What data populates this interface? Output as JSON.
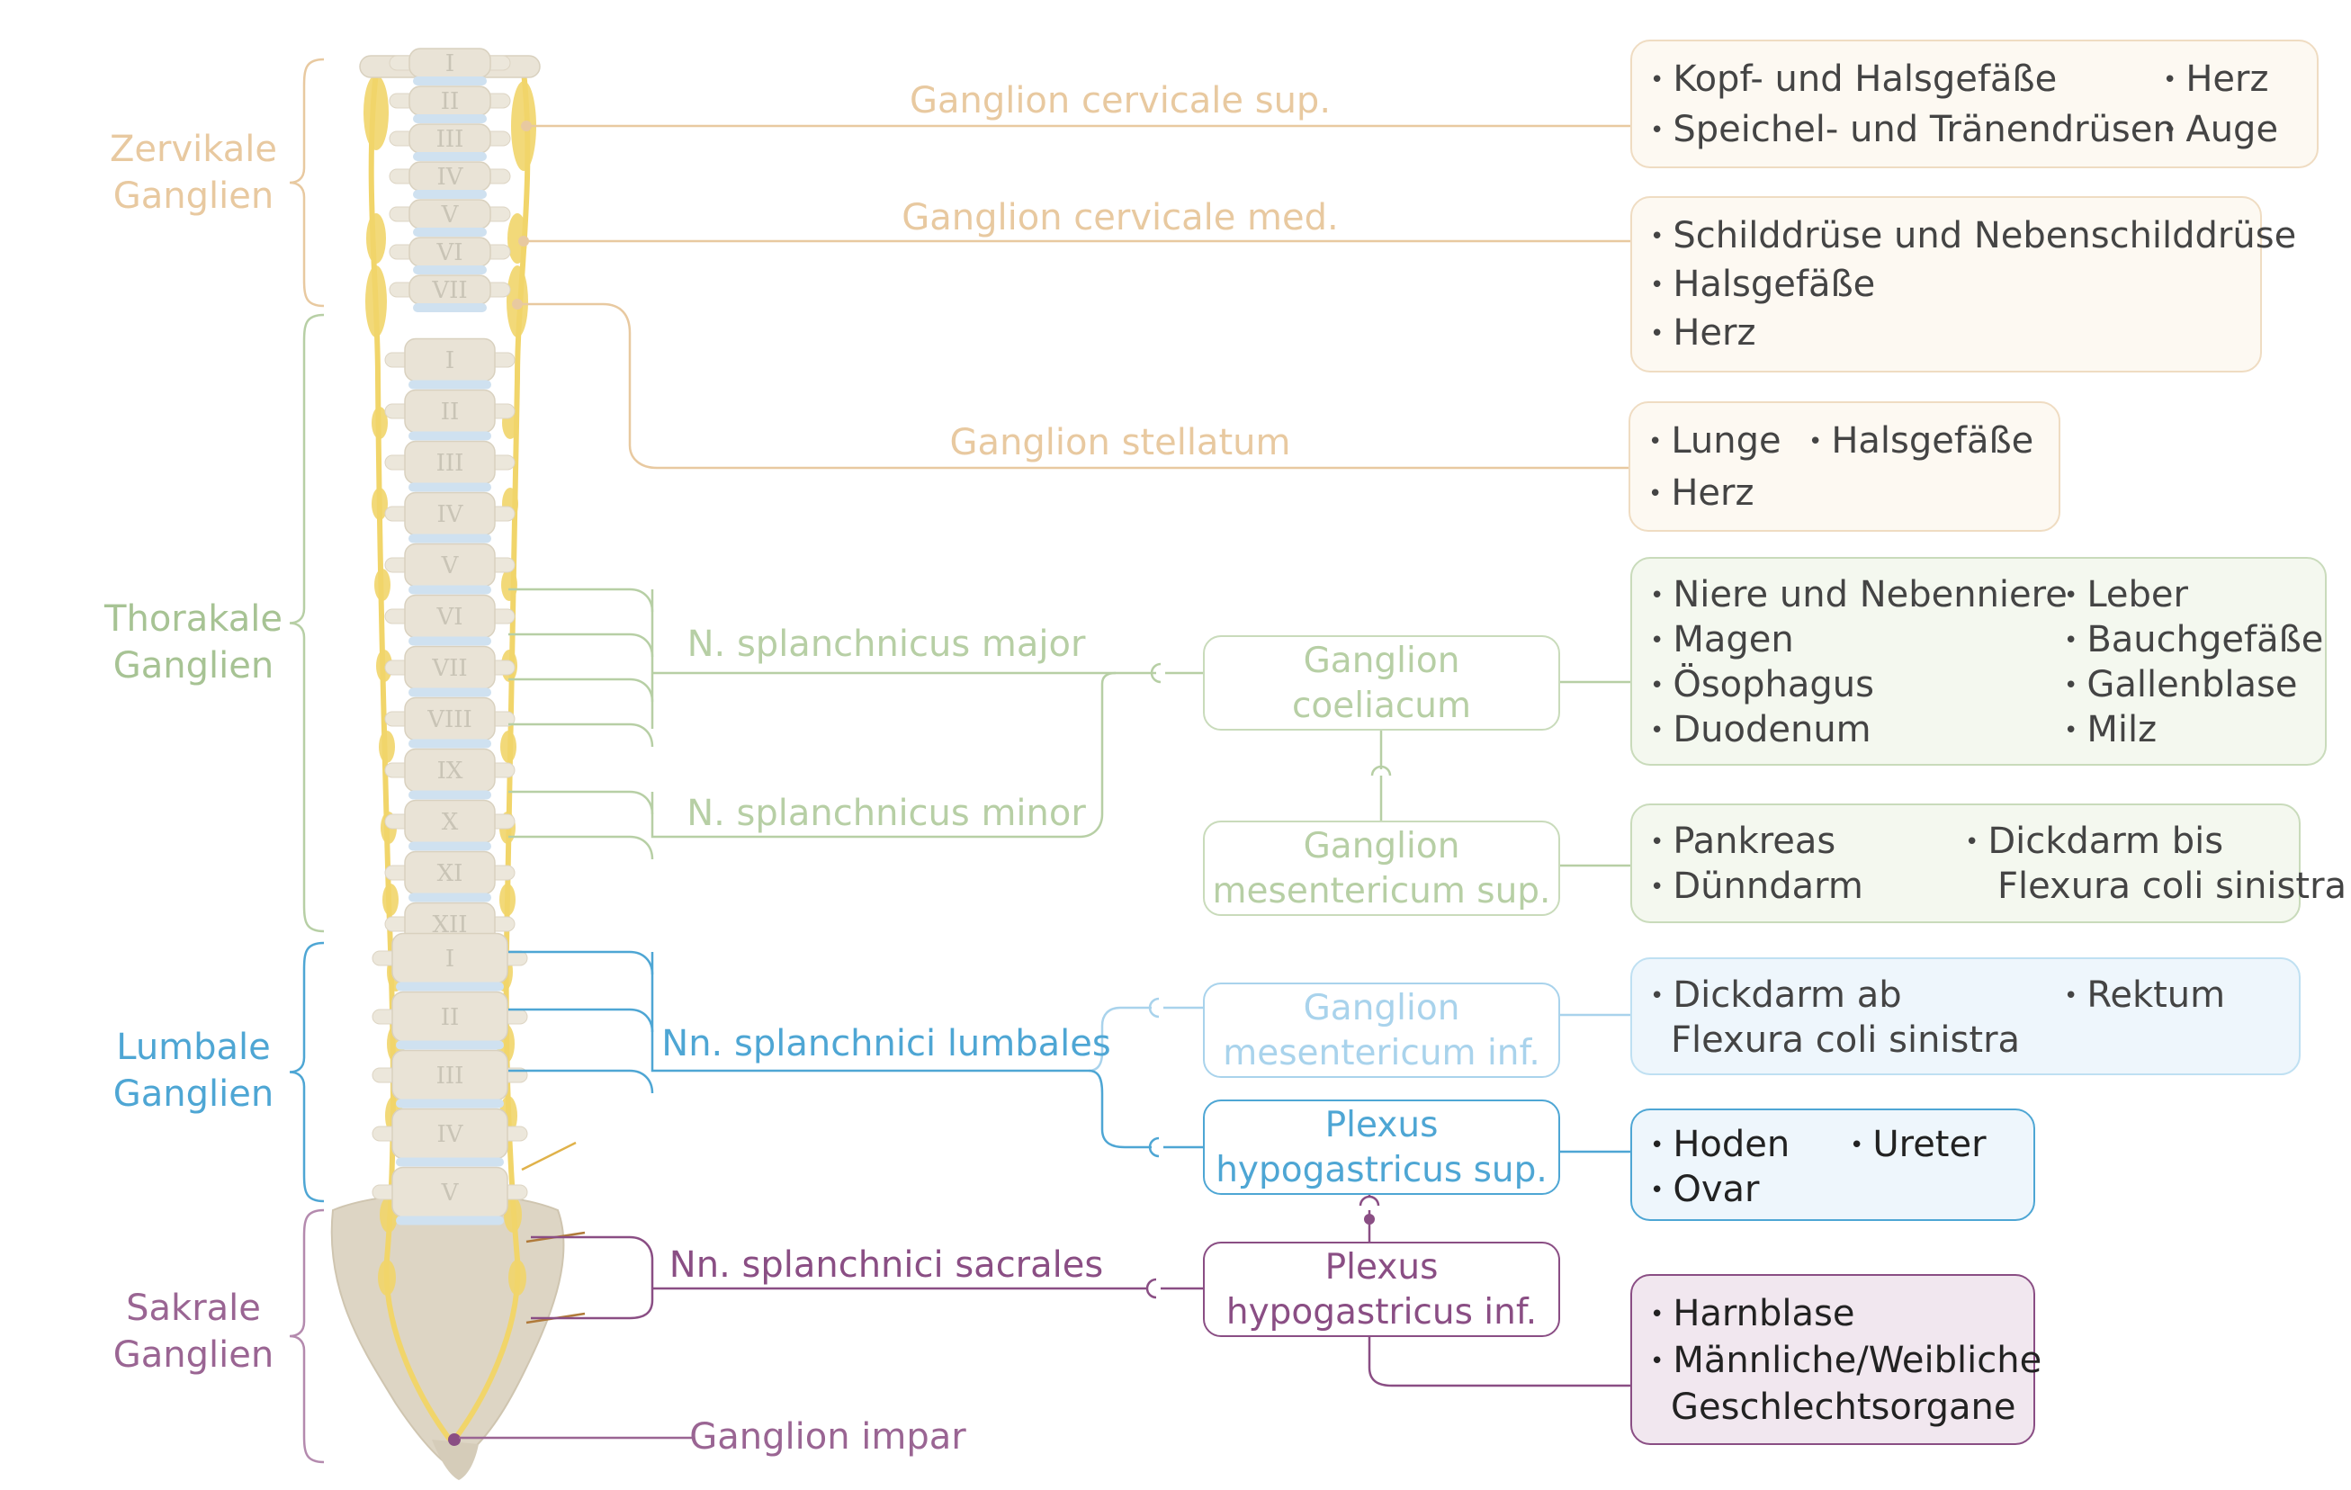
{
  "colors": {
    "cervical": "#e8c9a0",
    "cervical_fill": "#fdf9f2",
    "thoracic": "#b7cfa5",
    "thoracic_fill": "#f4f8ef",
    "lumbal": "#4ea6d4",
    "lumbal_light": "#a9d3ec",
    "lumbal_fill": "#eef6fc",
    "sacral": "#8a4e84",
    "sacral_fill": "#f1e7ef",
    "ganglion_chain": "#f1d56a",
    "bone": "#e9e3d6",
    "disc": "#cfe1f0"
  },
  "regions": {
    "zervikal": [
      "Zervikale",
      "Ganglien"
    ],
    "thorakal": [
      "Thorakale",
      "Ganglien"
    ],
    "lumbal": [
      "Lumbale",
      "Ganglien"
    ],
    "sakral": [
      "Sakrale",
      "Ganglien"
    ]
  },
  "vertebrae": {
    "cervical": [
      "I",
      "II",
      "III",
      "IV",
      "V",
      "VI",
      "VII"
    ],
    "thoracic": [
      "I",
      "II",
      "III",
      "IV",
      "V",
      "VI",
      "VII",
      "VIII",
      "IX",
      "X",
      "XI",
      "XII"
    ],
    "lumbar": [
      "I",
      "II",
      "III",
      "IV",
      "V"
    ]
  },
  "nerves": {
    "gcs": "Ganglion cervicale sup.",
    "gcm": "Ganglion cervicale med.",
    "gst": "Ganglion stellatum",
    "nsmaj": "N. splanchnicus major",
    "nsmin": "N. splanchnicus minor",
    "nslum": "Nn. splanchnici lumbales",
    "nssac": "Nn. splanchnici sacrales",
    "gimp": "Ganglion impar"
  },
  "ganglia": {
    "coeliacum": [
      "Ganglion",
      "coeliacum"
    ],
    "mes_sup": [
      "Ganglion",
      "mesentericum sup."
    ],
    "mes_inf": [
      "Ganglion",
      "mesentericum inf."
    ],
    "hyp_sup": [
      "Plexus",
      "hypogastricus sup."
    ],
    "hyp_inf": [
      "Plexus",
      "hypogastricus inf."
    ]
  },
  "targets": {
    "gcs": [
      "Kopf- und Halsgefäße",
      "Speichel- und Tränendrüsen",
      "Herz",
      "Auge"
    ],
    "gcm": [
      "Schilddrüse und Nebenschilddrüse",
      "Halsgefäße",
      "Herz"
    ],
    "gst": [
      "Lunge",
      "Halsgefäße",
      "Herz"
    ],
    "coeliacum": [
      "Niere und Nebenniere",
      "Magen",
      "Ösophagus",
      "Duodenum",
      "Leber",
      "Bauchgefäße",
      "Gallenblase",
      "Milz"
    ],
    "mes_sup": [
      "Pankreas",
      "Dünndarm",
      "Dickdarm bis",
      "Flexura coli sinistra"
    ],
    "mes_inf": [
      "Dickdarm ab",
      "Flexura coli sinistra",
      "Rektum"
    ],
    "hyp_sup": [
      "Hoden",
      "Ovar",
      "Ureter"
    ],
    "hyp_inf": [
      "Harnblase",
      "Männliche/Weibliche",
      "Geschlechtsorgane"
    ]
  }
}
